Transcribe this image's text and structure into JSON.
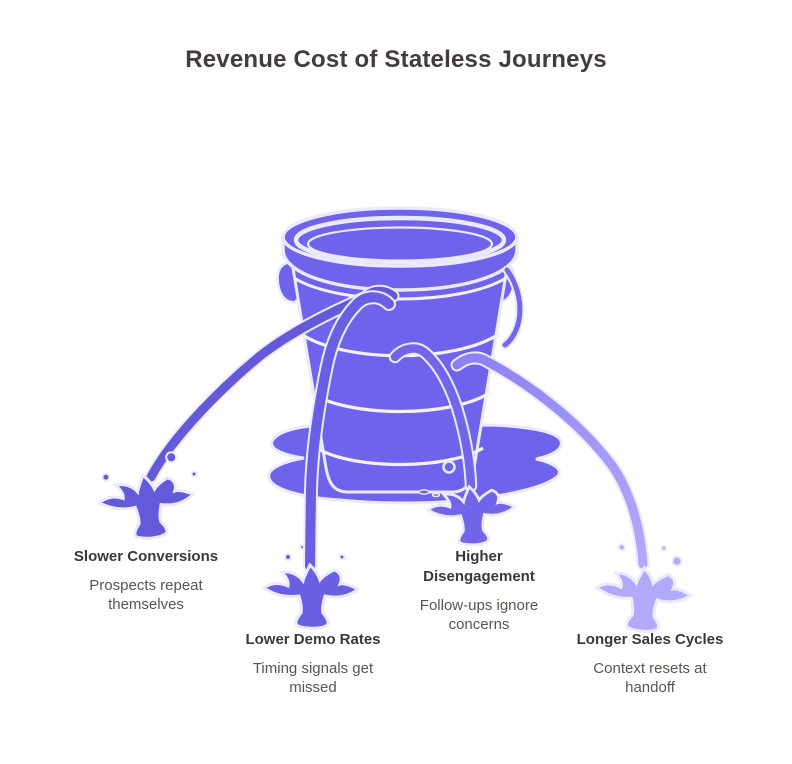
{
  "title": "Revenue Cost of Stateless Journeys",
  "illustration": {
    "type": "leaky-bucket",
    "leak_count": 4
  },
  "colors": {
    "bucket": "#6f63ec",
    "outline": "#ebeafc",
    "ridge": "#f2f1fd",
    "stream_left": "#6459d9",
    "stream_middle": "#6a5ee2",
    "stream_mid_right": "#7265e9",
    "stream_right_start": "#8d81f2",
    "stream_right_end": "#b2a9fa",
    "title_text": "#453b3b",
    "label_title_text": "#3f3737",
    "label_sub_text": "#5b5452"
  },
  "labels": [
    {
      "title": "Slower Conversions",
      "subtitle": "Prospects repeat themselves"
    },
    {
      "title": "Lower Demo Rates",
      "subtitle": "Timing signals get missed"
    },
    {
      "title": "Higher Disengagement",
      "subtitle": "Follow-ups ignore concerns"
    },
    {
      "title": "Longer Sales Cycles",
      "subtitle": "Context resets at handoff"
    }
  ]
}
